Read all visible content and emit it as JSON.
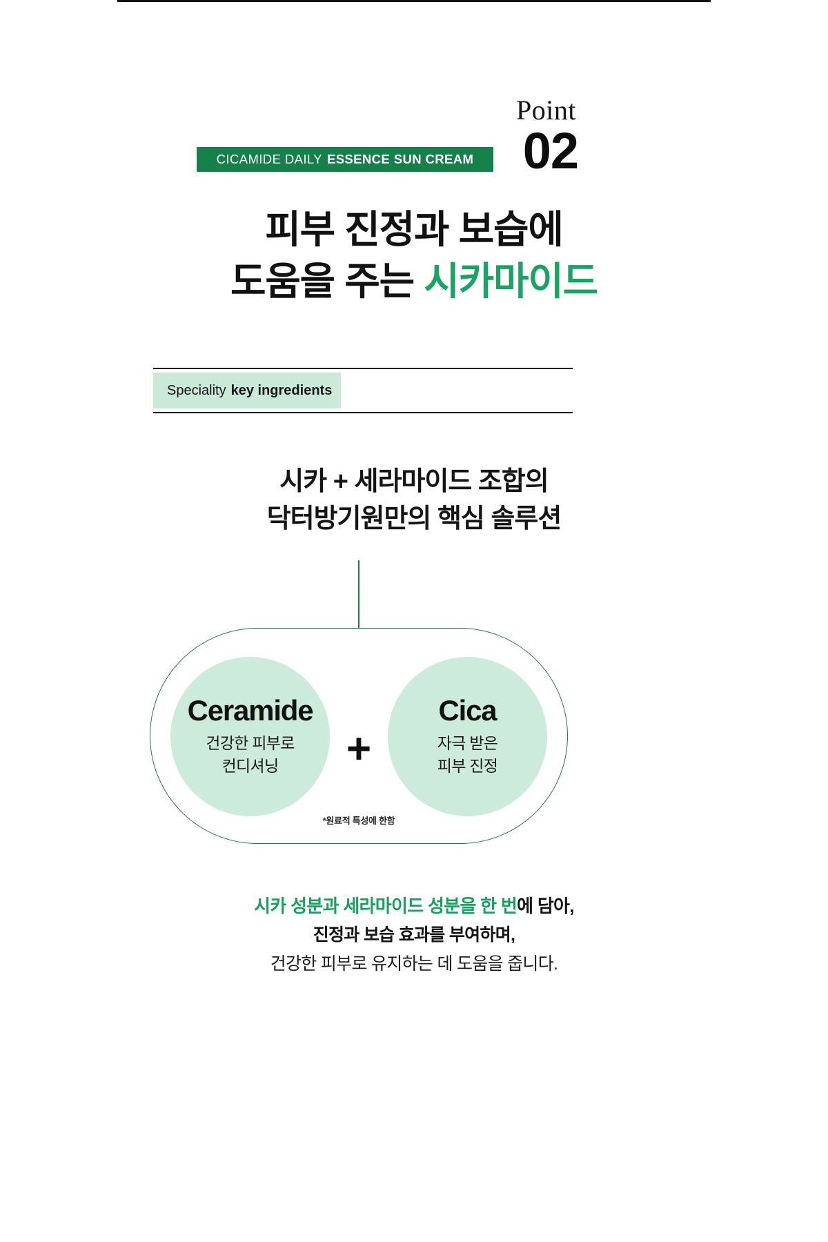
{
  "point": {
    "label": "Point",
    "number": "02"
  },
  "ribbon": {
    "light_text": "CICAMIDE DAILY",
    "bold_text": "ESSENCE SUN CREAM",
    "background_color": "#158049",
    "text_color": "#ffffff"
  },
  "headline": {
    "line1": "피부 진정과 보습에",
    "line2_plain": "도움을 주는",
    "line2_accent": "시카마이드",
    "accent_color": "#1aa463"
  },
  "speciality": {
    "light_text": "Speciality",
    "bold_text": "key ingredients",
    "chip_color": "#cbe9d9",
    "rule_color": "#131313"
  },
  "subhead": {
    "line1": "시카 + 세라마이드 조합의",
    "line2": "닥터방기원만의 핵심 솔루션"
  },
  "diagram": {
    "capsule_border_color": "#1e7a52",
    "bubble_color": "#cdebdb",
    "operator": "+",
    "bubbles": [
      {
        "title": "Ceramide",
        "desc_line1": "건강한 피부로",
        "desc_line2": "컨디셔닝"
      },
      {
        "title": "Cica",
        "desc_line1": "자극 받은",
        "desc_line2": "피부 진정"
      }
    ],
    "footnote": "*원료적 특성에 한함"
  },
  "bottom_copy": {
    "line1_accent": "시카 성분과 세라마이드 성분을 한 번",
    "line1_plain": "에 담아,",
    "line2": "진정과 보습 효과를 부여하며,",
    "line3": "건강한 피부로 유지하는 데 도움을 줍니다.",
    "accent_color": "#16a15f"
  }
}
